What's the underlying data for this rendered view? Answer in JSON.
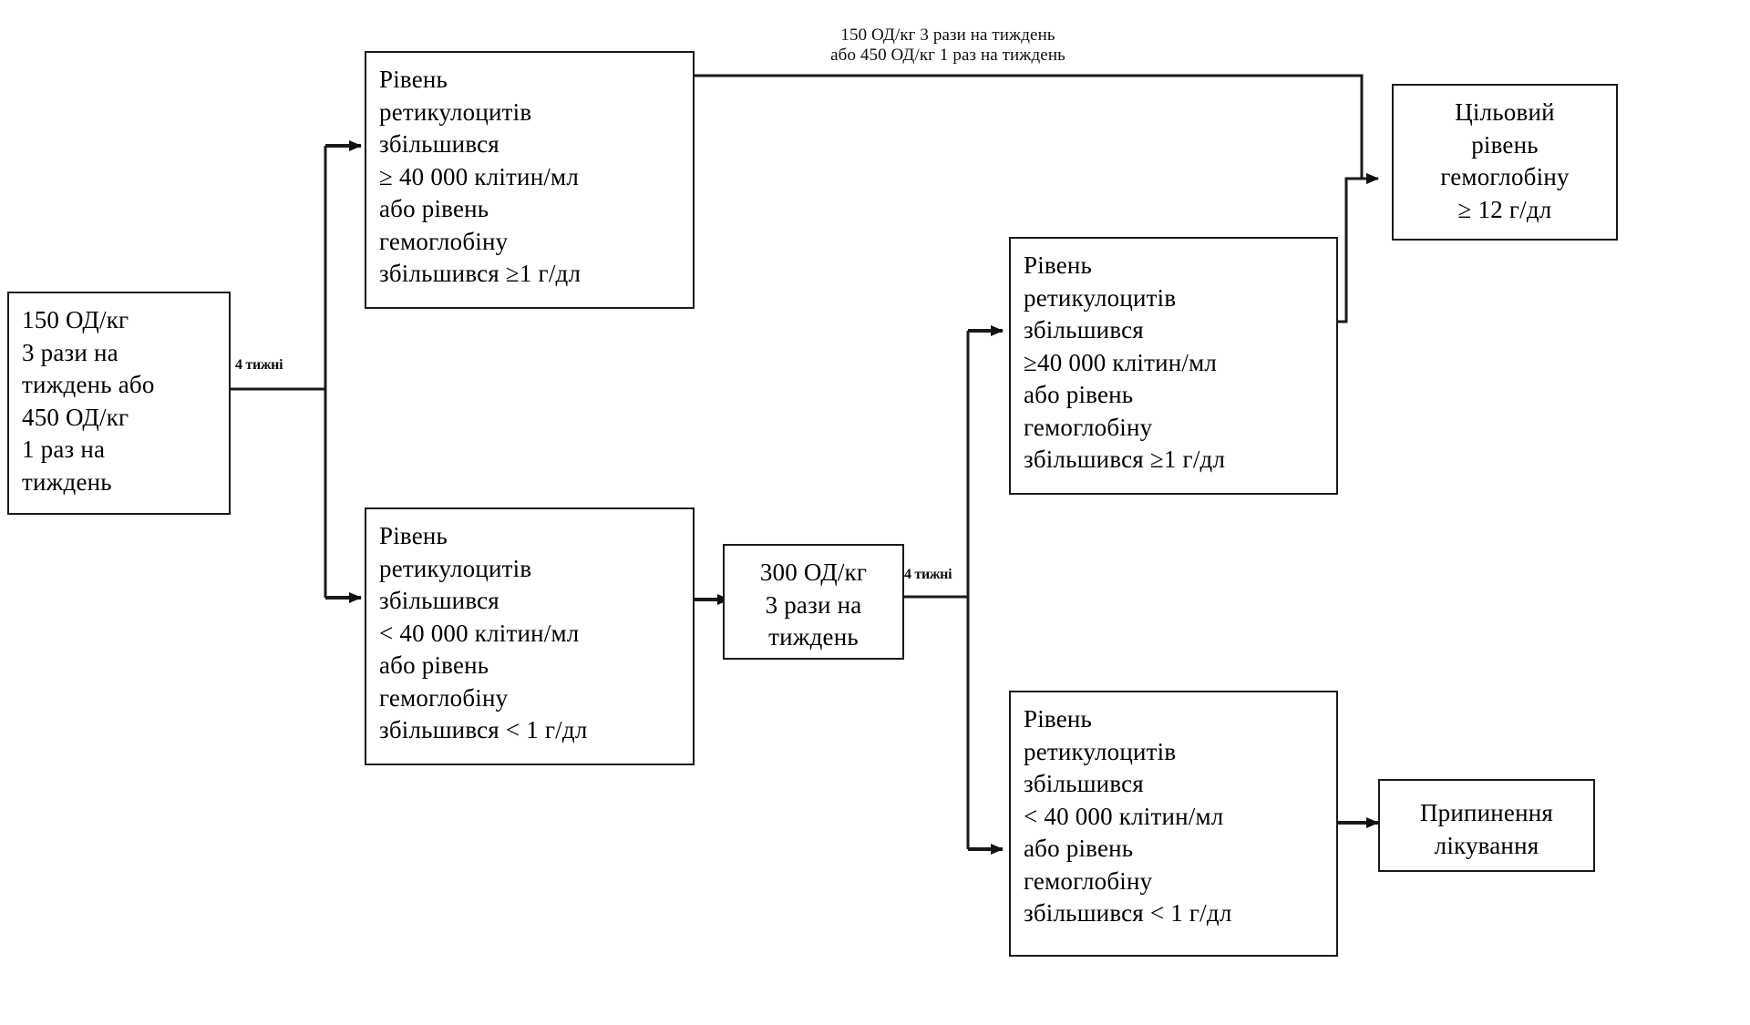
{
  "diagram": {
    "title": "",
    "colors": {
      "stroke": "#1a1a1a",
      "background": "#ffffff",
      "text": "#000000"
    },
    "nodes": [
      {
        "id": "start-dose",
        "name": "node-start-dose",
        "text": "150 ОД/кг\n3 рази на\nтиждень або\n450 ОД/кг\n1 раз на\nтиждень"
      },
      {
        "id": "retic-high-1",
        "name": "node-reticulocyte-increase-high-first",
        "text": "Рівень\nретикулоцитів\nзбільшився\n≥ 40 000 клітин/мл\nабо рівень\nгемоглобіну\nзбільшився ≥1 г/дл"
      },
      {
        "id": "retic-low-1",
        "name": "node-reticulocyte-increase-low-first",
        "text": "Рівень\nретикулоцитів\nзбільшився\n< 40 000 клітин/мл\nабо рівень\nгемоглобіну\nзбільшився < 1 г/дл"
      },
      {
        "id": "dose-300",
        "name": "node-dose-300",
        "text": "300 ОД/кг\n3 рази на\nтиждень"
      },
      {
        "id": "retic-high-2",
        "name": "node-reticulocyte-increase-high-second",
        "text": "Рівень\nретикулоцитів\nзбільшився\n≥40 000 клітин/мл\nабо рівень\nгемоглобіну\nзбільшився ≥1 г/дл"
      },
      {
        "id": "retic-low-2",
        "name": "node-reticulocyte-increase-low-second",
        "text": "Рівень\nретикулоцитів\nзбільшився\n< 40 000 клітин/мл\nабо рівень\nгемоглобіну\nзбільшився < 1 г/дл"
      },
      {
        "id": "target-hb",
        "name": "node-target-hemoglobin",
        "text": "Цільовий\nрівень\nгемоглобіну\n≥ 12 г/дл"
      },
      {
        "id": "stop-treatment",
        "name": "node-stop-treatment",
        "text": "Припинення\nлікування"
      }
    ],
    "edge_labels": [
      {
        "id": "label-4-weeks-first",
        "name": "edge-label-4-weeks-first",
        "text": "4 тижні"
      },
      {
        "id": "label-maintenance-dose",
        "name": "edge-label-maintenance-dose",
        "text": "150 ОД/кг 3 рази на тиждень\nабо 450 ОД/кг 1 раз на тиждень"
      },
      {
        "id": "label-4-weeks-second",
        "name": "edge-label-4-weeks-second",
        "text": "4 тижні"
      }
    ]
  }
}
